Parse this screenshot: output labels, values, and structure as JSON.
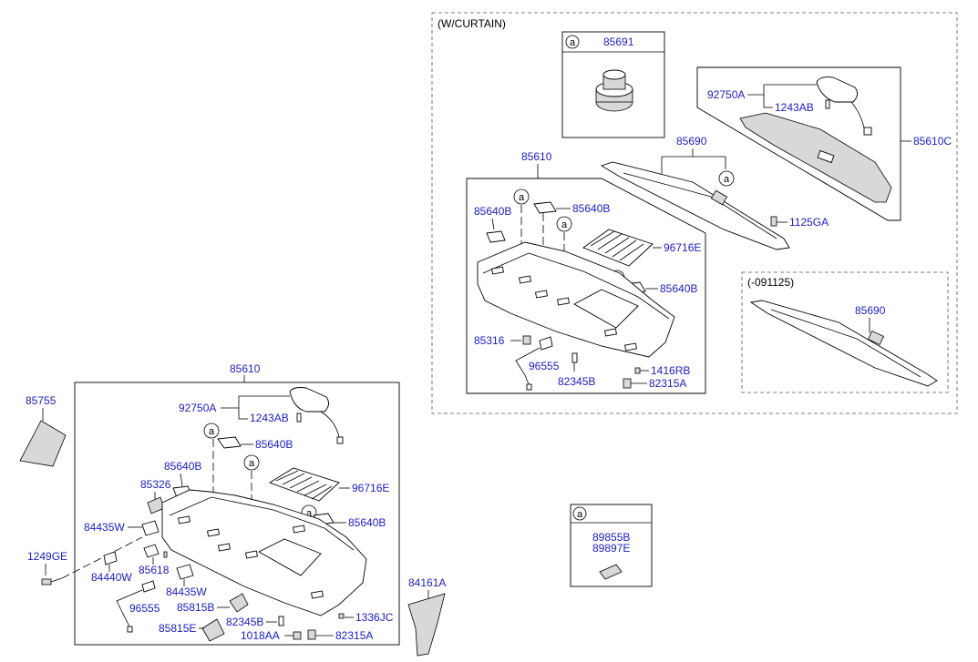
{
  "left_group": {
    "assembly": "85610",
    "labels": {
      "p85755": "85755",
      "p92750A": "92750A",
      "p1243AB": "1243AB",
      "p85640B_1": "85640B",
      "p85640B_2": "85640B",
      "p85640B_3": "85640B",
      "p85326": "85326",
      "p96716E": "96716E",
      "p84435W_1": "84435W",
      "p1249GE": "1249GE",
      "p84440W": "84440W",
      "p85618": "85618",
      "p84435W_2": "84435W",
      "p96555": "96555",
      "p85815B": "85815B",
      "p85815E": "85815E",
      "p82345B": "82345B",
      "p1018AA": "1018AA",
      "p82315A": "82315A",
      "p1336JC": "1336JC",
      "p84161A": "84161A"
    }
  },
  "curtain_group": {
    "header": "(W/CURTAIN)",
    "detail_85691": {
      "callout": "a",
      "part": "85691"
    },
    "labels": {
      "p92750A": "92750A",
      "p1243AB": "1243AB",
      "p85610C": "85610C",
      "p85690": "85690",
      "p1125GA": "1125GA",
      "p85610": "85610",
      "p85640B_1": "85640B",
      "p85640B_2": "85640B",
      "p85640B_3": "85640B",
      "p96716E": "96716E",
      "p85316": "85316",
      "p96555": "96555",
      "p82345B": "82345B",
      "p1416RB": "1416RB",
      "p82315A": "82315A"
    },
    "variant": {
      "header": "(-091125)",
      "part": "85690"
    }
  },
  "detail_a": {
    "callout": "a",
    "parts": [
      "89855B",
      "89897E"
    ]
  },
  "callout_letter": "a"
}
